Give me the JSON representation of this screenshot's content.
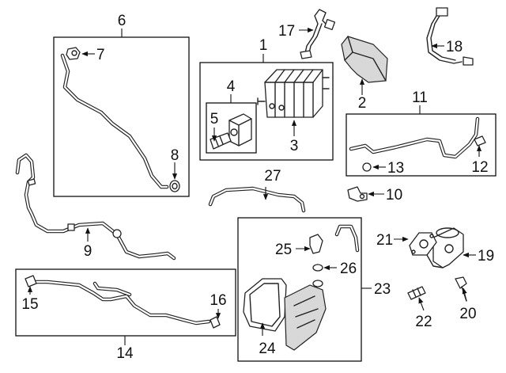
{
  "callouts": {
    "c1": "1",
    "c2": "2",
    "c3": "3",
    "c4": "4",
    "c5": "5",
    "c6": "6",
    "c7": "7",
    "c8": "8",
    "c9": "9",
    "c10": "10",
    "c11": "11",
    "c12": "12",
    "c13": "13",
    "c14": "14",
    "c15": "15",
    "c16": "16",
    "c17": "17",
    "c18": "18",
    "c19": "19",
    "c20": "20",
    "c21": "21",
    "c22": "22",
    "c23": "23",
    "c24": "24",
    "c25": "25",
    "c26": "26",
    "c27": "27"
  },
  "colors": {
    "line": "#222222",
    "background": "#ffffff"
  }
}
